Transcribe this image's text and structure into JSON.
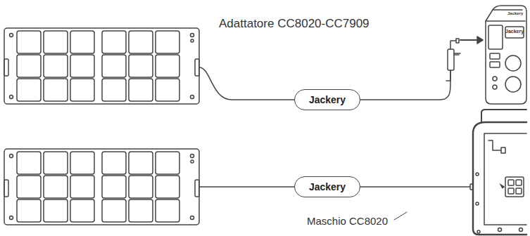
{
  "diagram": {
    "nodes": [
      {
        "text": [
          "Jackery"
        ]
      },
      {
        "text": [
          "Jackery"
        ]
      }
    ],
    "labels": [
      "Adattatore CC8020-CC7909",
      "Maschio CC8020",
      "Jackery",
      "Jackery"
    ]
  }
}
